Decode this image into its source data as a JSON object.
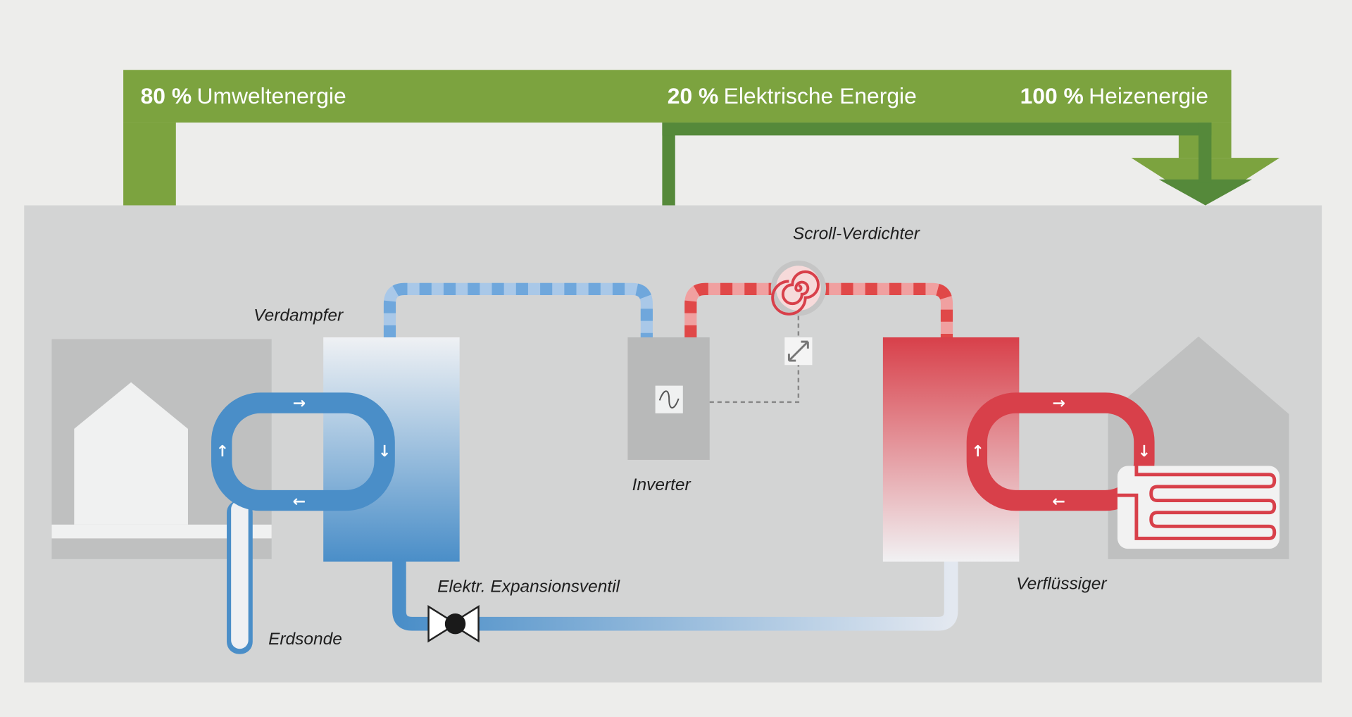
{
  "energy_flow": {
    "ambient": {
      "percent": "80 %",
      "label": "Umweltenergie"
    },
    "electric": {
      "percent": "20 %",
      "label": "Elektrische Energie"
    },
    "heating": {
      "percent": "100 %",
      "label": "Heizenergie"
    }
  },
  "components": {
    "compressor": "Scroll-Verdichter",
    "evaporator": "Verdampfer",
    "inverter": "Inverter",
    "expansion_valve": "Elektr. Expansionsventil",
    "ground_probe": "Erdsonde",
    "condenser": "Verflüssiger"
  },
  "colors": {
    "green": "#7ca33f",
    "dark_green": "#55893a",
    "cold_blue": "#4a8ec8",
    "hot_red": "#d8404a",
    "panel_gray": "#d3d4d4"
  }
}
